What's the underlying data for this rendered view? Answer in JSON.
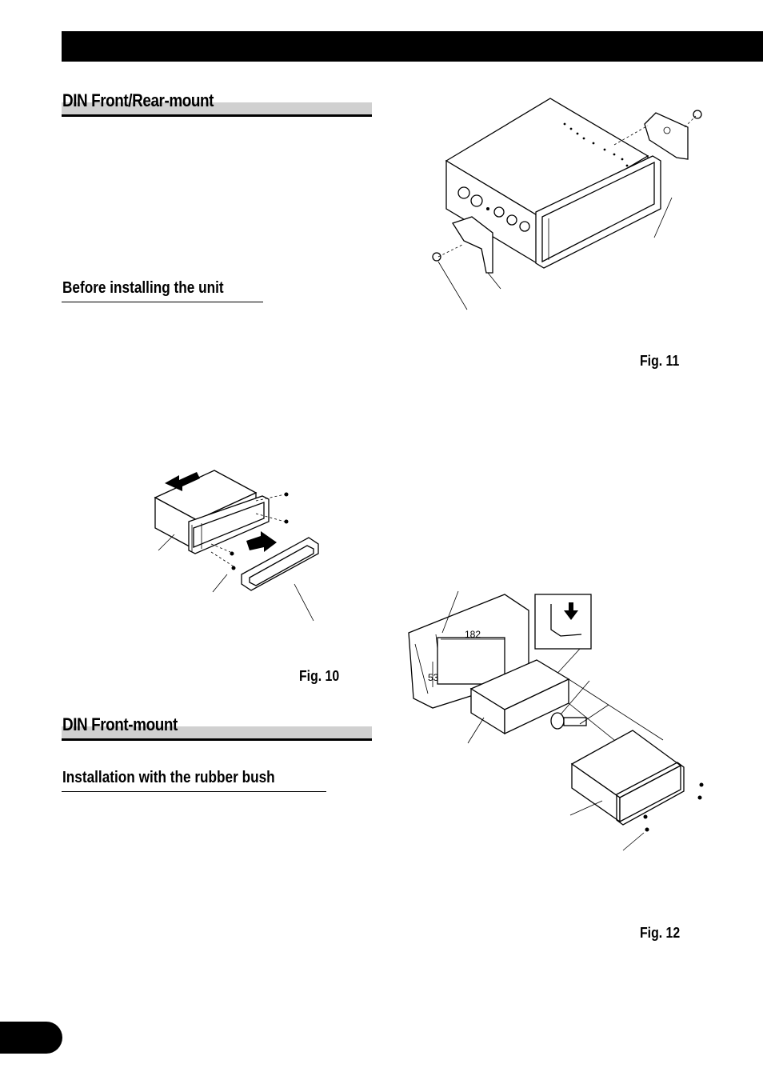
{
  "sections": {
    "din_front_rear": {
      "title": "DIN Front/Rear-mount"
    },
    "before_installing": {
      "title": "Before installing the unit"
    },
    "din_front": {
      "title": "DIN Front-mount"
    },
    "rubber_bush": {
      "title": "Installation with the rubber bush"
    }
  },
  "figures": {
    "fig10": {
      "caption": "Fig. 10"
    },
    "fig11": {
      "caption": "Fig. 11"
    },
    "fig12": {
      "caption": "Fig. 12",
      "dim_width": "182",
      "dim_height": "53"
    }
  }
}
